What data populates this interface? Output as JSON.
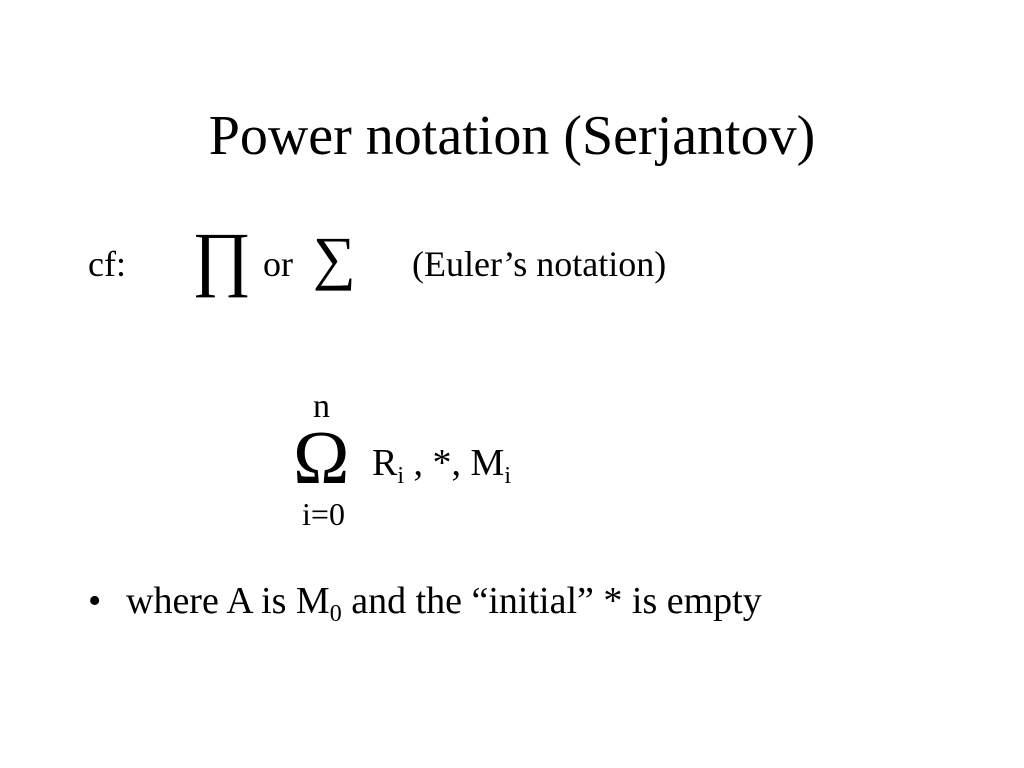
{
  "slide": {
    "title": "Power notation (Serjantov)",
    "cf_line": {
      "label": "cf:",
      "product_symbol": "∏",
      "or_word": "or",
      "sum_symbol": "∑",
      "note": "(Euler’s notation)"
    },
    "formula": {
      "operator_symbol": "Ω",
      "upper_limit": "n",
      "lower_limit": "i=0",
      "r_letter": "R",
      "r_subscript": "i",
      "middle": " , *, ",
      "m_letter": "M",
      "m_subscript": "i"
    },
    "bullet": {
      "marker": "•",
      "text_before": "where A is M",
      "subscript": "0",
      "text_after": " and the “initial” * is empty"
    }
  }
}
